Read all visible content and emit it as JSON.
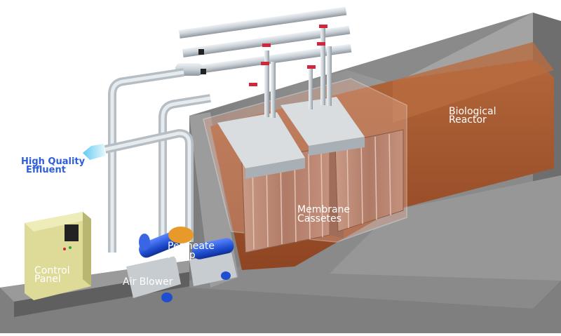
{
  "labels": {
    "effluent": [
      "High Quality",
      "Effluent"
    ],
    "reactor": [
      "Biological",
      "Reactor"
    ],
    "membrane": [
      "Membrane",
      "Cassetes"
    ],
    "permeate": [
      "Permeate",
      "Pump"
    ],
    "control": [
      "Control",
      "Panel"
    ],
    "blower": "Air Blower"
  },
  "colors": {
    "effluent_text": "#2f5fd8",
    "sludge": "#a2532c",
    "concrete": "#8e8e8e",
    "pipe": "#cfd6dc",
    "blower_motor": "#1f4fd0",
    "pump_motor": "#e79a2a",
    "panel": "#dedb98",
    "valve": "#d0283a"
  },
  "icons": {
    "effluent_arrow": "flow-arrow-icon"
  }
}
